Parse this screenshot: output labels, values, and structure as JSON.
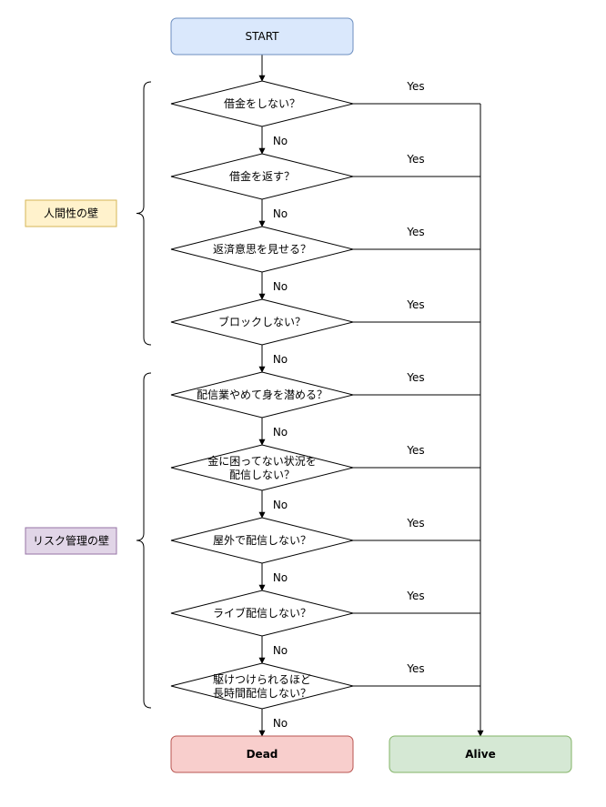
{
  "start": {
    "label": "START",
    "fill": "#dae8fc",
    "stroke": "#6c8ebf"
  },
  "questions": [
    {
      "lines": [
        "借金をしない？"
      ]
    },
    {
      "lines": [
        "借金を返す？"
      ]
    },
    {
      "lines": [
        "返済意思を見せる？"
      ]
    },
    {
      "lines": [
        "ブロックしない？"
      ]
    },
    {
      "lines": [
        "配信業やめて身を潜める？"
      ]
    },
    {
      "lines": [
        "金に困ってない状況を",
        "配信しない？"
      ]
    },
    {
      "lines": [
        "屋外で配信しない？"
      ]
    },
    {
      "lines": [
        "ライブ配信しない？"
      ]
    },
    {
      "lines": [
        "駆けつけられるほど",
        "長時間配信しない？"
      ]
    }
  ],
  "edge_labels": {
    "yes": "Yes",
    "no": "No"
  },
  "outcomes": {
    "dead": {
      "label": "Dead",
      "fill": "#f8cecc",
      "stroke": "#b85450"
    },
    "alive": {
      "label": "Alive",
      "fill": "#d5e8d4",
      "stroke": "#82b366"
    }
  },
  "groups": [
    {
      "label": "人間性の壁",
      "fill": "#fff2cc",
      "stroke": "#d6b656"
    },
    {
      "label": "リスク管理の壁",
      "fill": "#e1d5e7",
      "stroke": "#9673a6"
    }
  ]
}
